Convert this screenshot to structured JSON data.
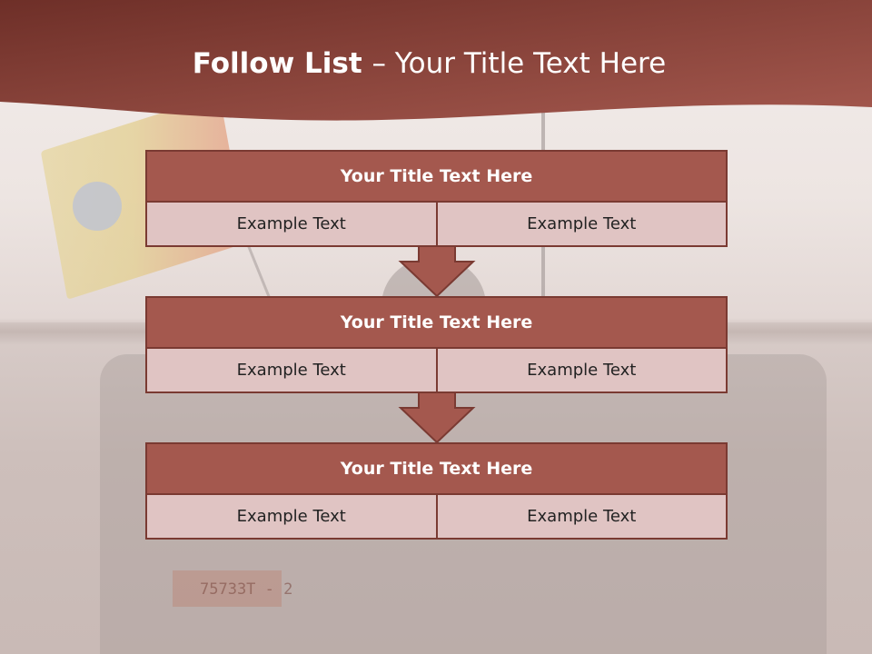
{
  "slide": {
    "title_bold": "Follow List ",
    "title_rest": " – Your Title Text Here"
  },
  "blocks": [
    {
      "title": "Your Title Text Here",
      "cells": [
        "Example Text",
        "Example Text"
      ]
    },
    {
      "title": "Your Title Text Here",
      "cells": [
        "Example Text",
        "Example Text"
      ]
    },
    {
      "title": "Your Title Text Here",
      "cells": [
        "Example Text",
        "Example Text"
      ]
    }
  ],
  "background": {
    "plate_text": "75733T - 2"
  },
  "colors": {
    "header": "#8f4a40",
    "block_title_fill": "#a4584e",
    "block_cell_fill": "#e0c4c3",
    "border": "#7a3a32"
  }
}
